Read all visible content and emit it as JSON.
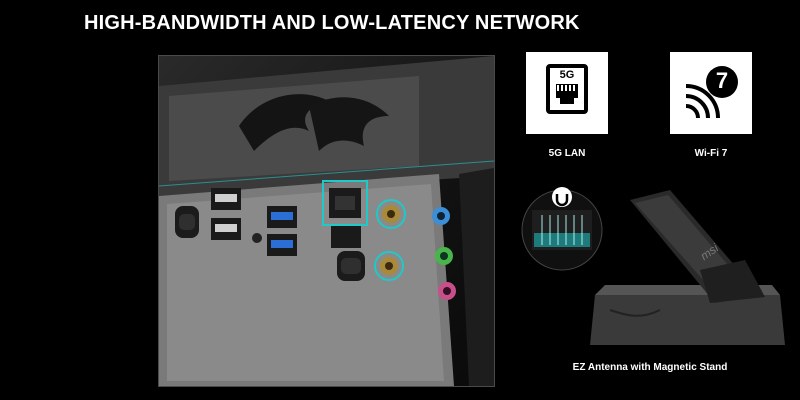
{
  "heading": "HIGH-BANDWIDTH AND LOW-LATENCY NETWORK",
  "features": {
    "lan": {
      "icon_text": "5G",
      "caption": "5G LAN"
    },
    "wifi": {
      "icon_text": "7",
      "caption": "Wi-Fi 7"
    },
    "antenna": {
      "caption": "EZ Antenna with Magnetic Stand",
      "stand_logo": "msi"
    }
  },
  "colors": {
    "accent": "#21c8c8",
    "background": "#000000"
  }
}
